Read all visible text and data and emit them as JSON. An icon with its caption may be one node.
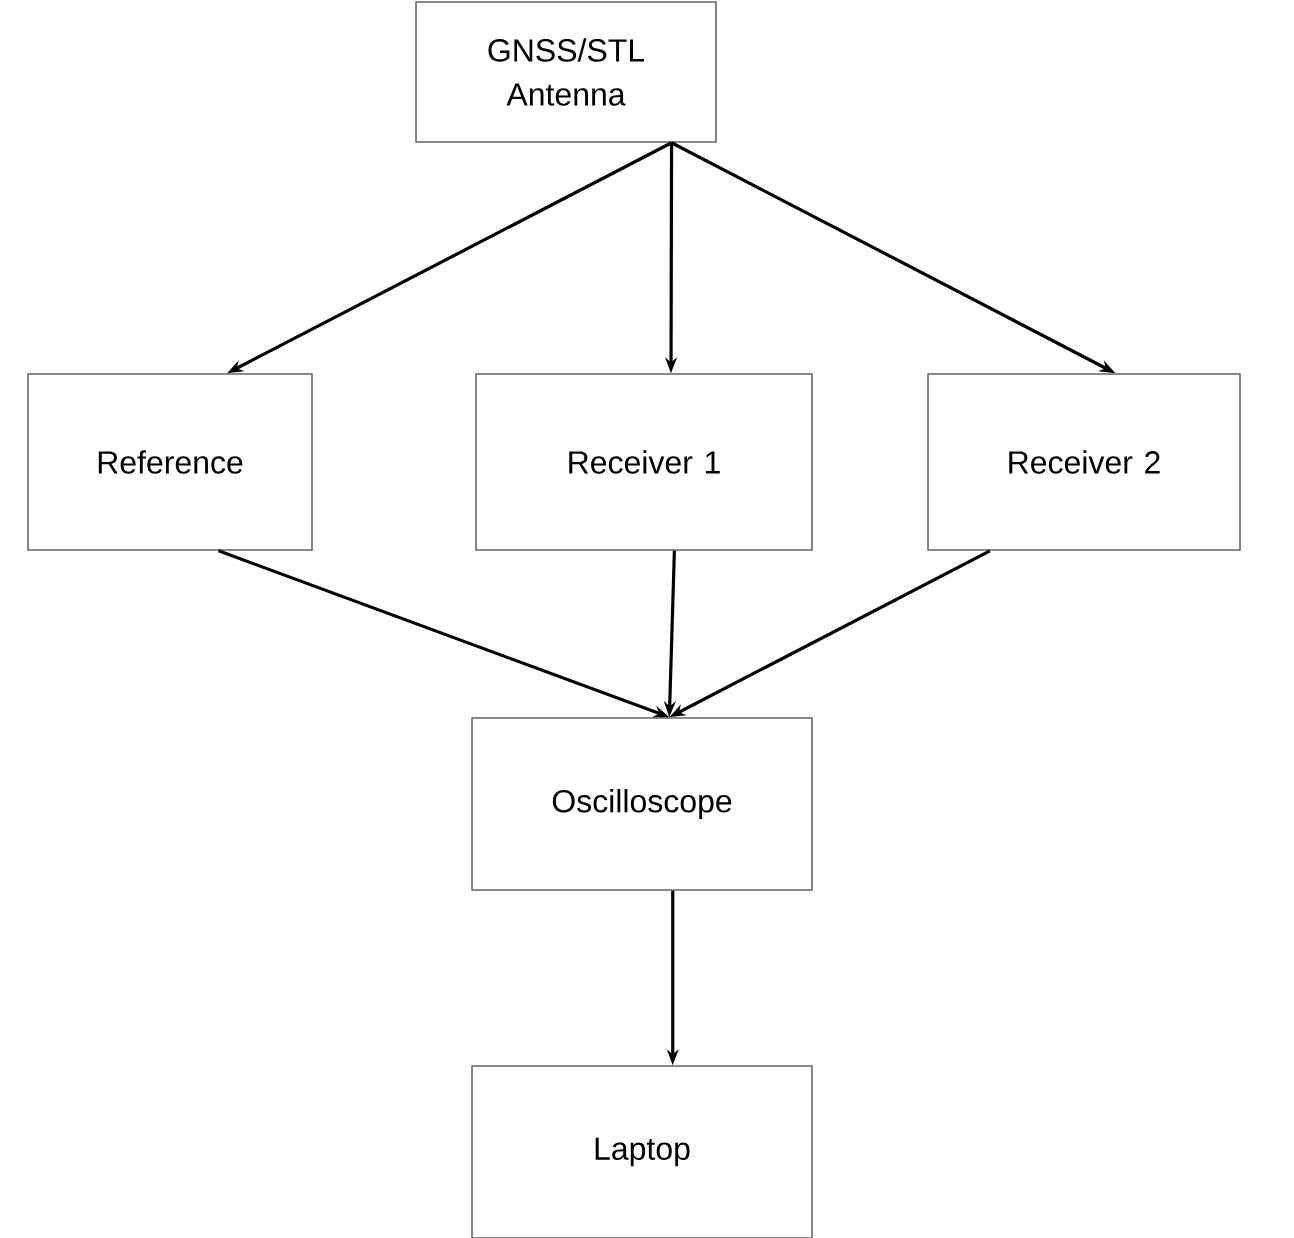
{
  "diagram": {
    "nodes": [
      {
        "text": [
          "GNSS/STL Antenna"
        ]
      },
      {
        "text": [
          "Reference"
        ]
      },
      {
        "text": [
          "Receiver 1"
        ]
      },
      {
        "text": [
          "Receiver 2"
        ]
      },
      {
        "text": [
          "Oscilloscope"
        ]
      },
      {
        "text": [
          "Laptop"
        ]
      }
    ],
    "edges": [
      {
        "from": 0,
        "to": 1,
        "arrow": "to"
      },
      {
        "from": 0,
        "to": 2,
        "arrow": "to"
      },
      {
        "from": 0,
        "to": 3,
        "arrow": "to"
      },
      {
        "from": 1,
        "to": 4,
        "arrow": "to"
      },
      {
        "from": 2,
        "to": 4,
        "arrow": "to"
      },
      {
        "from": 3,
        "to": 4,
        "arrow": "to"
      },
      {
        "from": 4,
        "to": 5,
        "arrow": "to"
      }
    ]
  }
}
